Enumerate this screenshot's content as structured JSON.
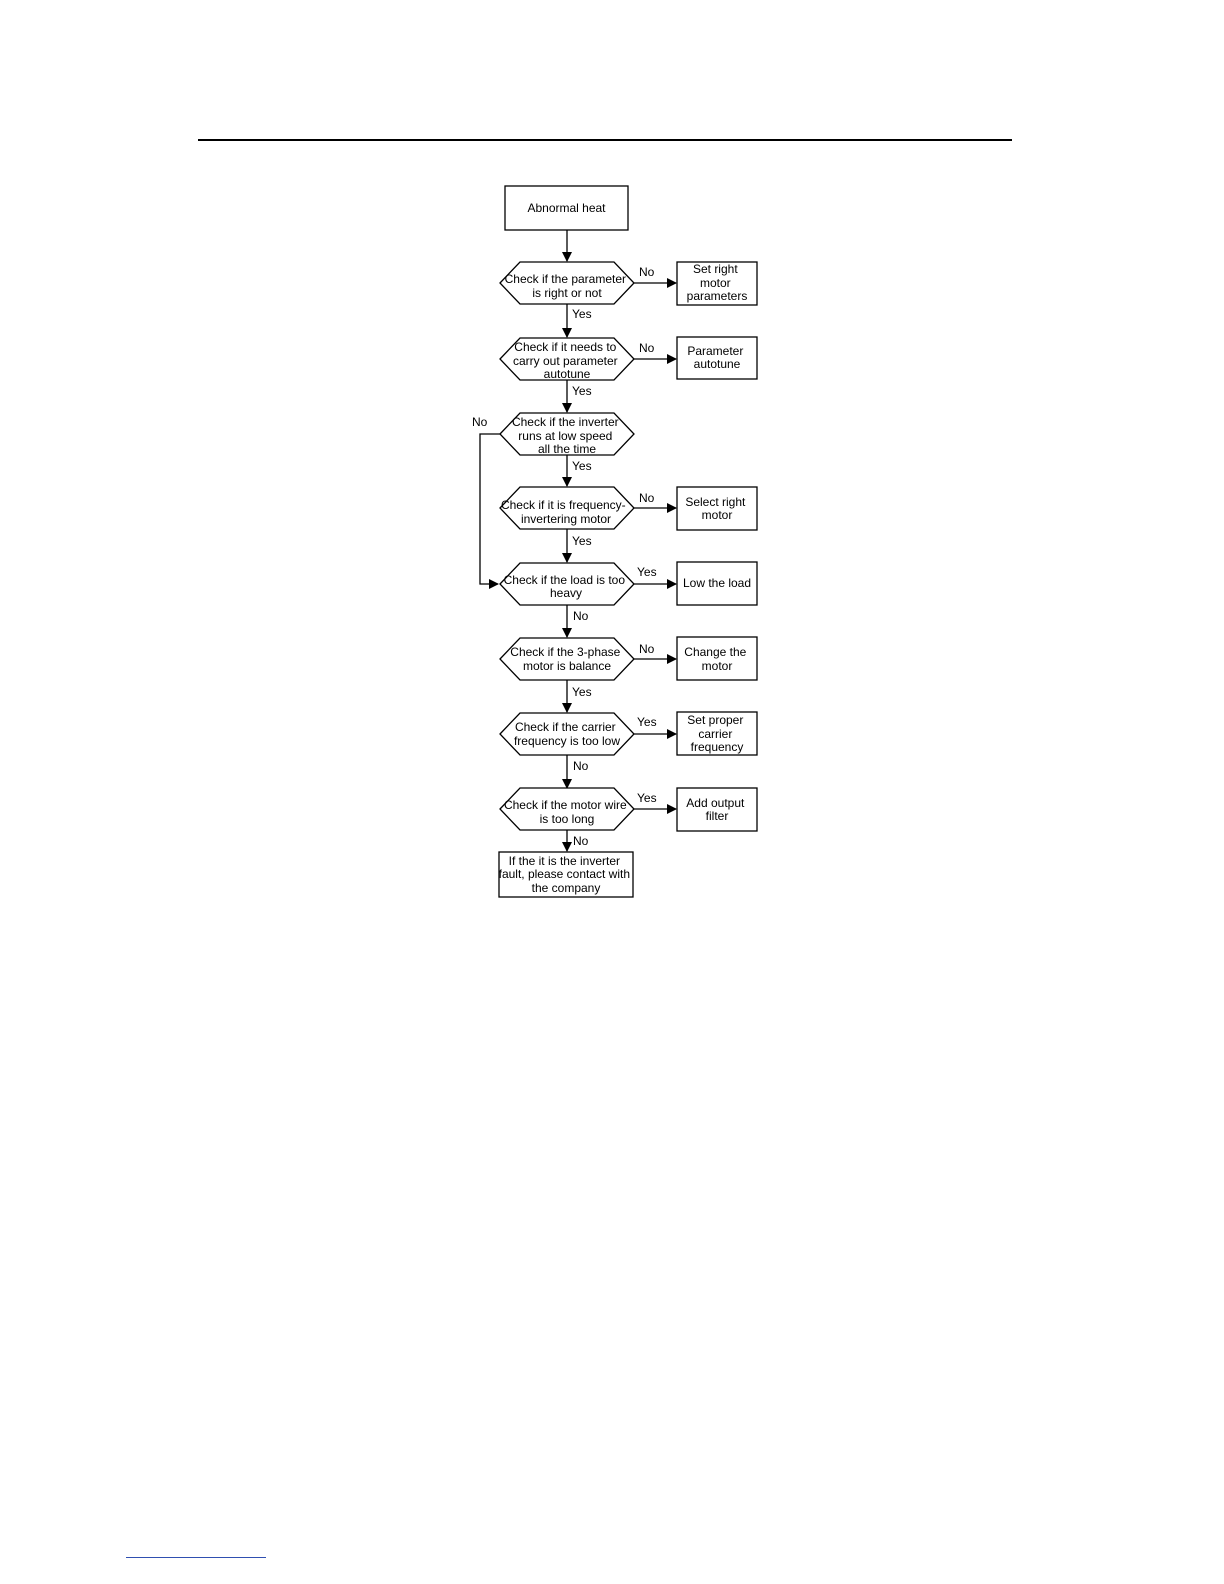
{
  "start": {
    "label": "Abnormal heat"
  },
  "decisions": [
    {
      "id": "param",
      "lines": [
        "Check if the parameter",
        "is right or not"
      ]
    },
    {
      "id": "autotune",
      "lines": [
        "Check if it needs to",
        "carry out parameter",
        "autotune"
      ]
    },
    {
      "id": "lowspeed",
      "lines": [
        "Check if the inverter",
        "runs at low speed",
        "all the time"
      ]
    },
    {
      "id": "freqmotor",
      "lines": [
        "Check if it is frequency-",
        "invertering motor"
      ]
    },
    {
      "id": "load",
      "lines": [
        "Check if the load is too",
        "heavy"
      ]
    },
    {
      "id": "phase",
      "lines": [
        "Check if the 3-phase",
        "motor is balance"
      ]
    },
    {
      "id": "carrier",
      "lines": [
        "Check if the carrier",
        "frequency is too low"
      ]
    },
    {
      "id": "wire",
      "lines": [
        "Check if the motor wire",
        "is too long"
      ]
    }
  ],
  "actions": [
    {
      "id": "setparams",
      "lines": [
        "Set right",
        "motor",
        "parameters"
      ]
    },
    {
      "id": "autotune_act",
      "lines": [
        "Parameter",
        "autotune"
      ]
    },
    {
      "id": "selectmotor",
      "lines": [
        "Select right",
        "motor"
      ]
    },
    {
      "id": "lowload",
      "lines": [
        "Low the load"
      ]
    },
    {
      "id": "changemotor",
      "lines": [
        "Change the",
        "motor"
      ]
    },
    {
      "id": "setcarrier",
      "lines": [
        "Set proper",
        "carrier",
        "frequency"
      ]
    },
    {
      "id": "addfilter",
      "lines": [
        "Add output",
        "filter"
      ]
    }
  ],
  "end": {
    "lines": [
      "If the it is the inverter",
      "fault, please contact with",
      "the company"
    ]
  },
  "branch_labels": {
    "param_side": "No",
    "param_down": "Yes",
    "autotune_side": "No",
    "autotune_down": "Yes",
    "lowspeed_left": "No",
    "lowspeed_down": "Yes",
    "freqmotor_side": "No",
    "freqmotor_down": "Yes",
    "load_side": "Yes",
    "load_down": "No",
    "phase_side": "No",
    "phase_down": "Yes",
    "carrier_side": "Yes",
    "carrier_down": "No",
    "wire_side": "Yes",
    "wire_down": "No"
  }
}
